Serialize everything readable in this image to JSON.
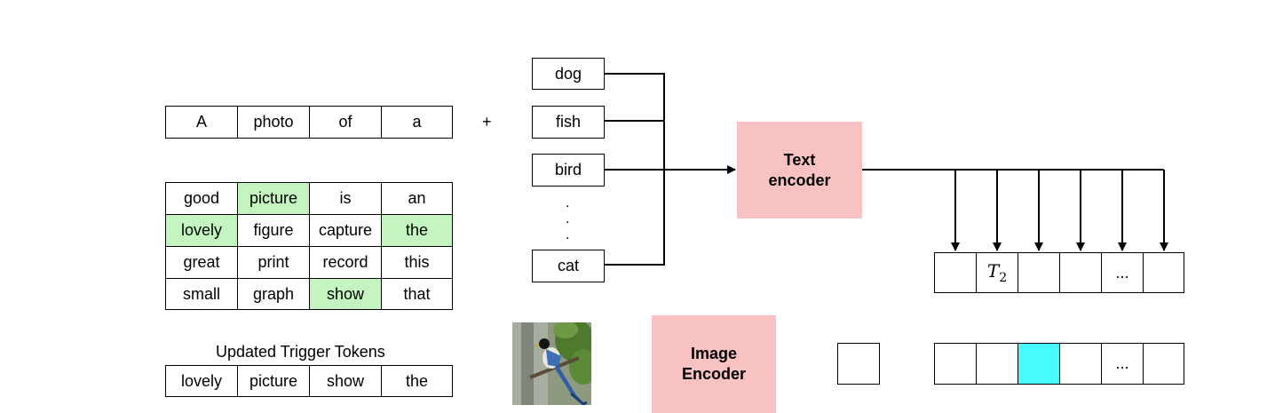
{
  "prompt": {
    "tokens": [
      "A",
      "photo",
      "of",
      "a"
    ],
    "plus": "+"
  },
  "candidates": {
    "rows": [
      [
        "good",
        "picture",
        "is",
        "an"
      ],
      [
        "lovely",
        "figure",
        "capture",
        "the"
      ],
      [
        "great",
        "print",
        "record",
        "this"
      ],
      [
        "small",
        "graph",
        "show",
        "that"
      ]
    ],
    "highlight_color": "#c4f5c0"
  },
  "updated": {
    "title": "Updated Trigger Tokens",
    "tokens": [
      "lovely",
      "picture",
      "show",
      "the"
    ]
  },
  "classes": {
    "items": [
      "dog",
      "fish",
      "bird",
      "cat"
    ],
    "ellipsis": "."
  },
  "text_encoder": {
    "line1": "Text",
    "line2": "encoder",
    "color": "#f8c2c3"
  },
  "image_encoder": {
    "line1": "Image",
    "line2": "Encoder",
    "color": "#f8c2c3"
  },
  "text_features": {
    "t2_symbol": "T",
    "t2_sub": "2",
    "ellipsis": "..."
  },
  "image_features": {
    "ellipsis": "...",
    "highlight_color": "#47fbfc"
  },
  "image": {
    "icon": "bird-photo"
  }
}
